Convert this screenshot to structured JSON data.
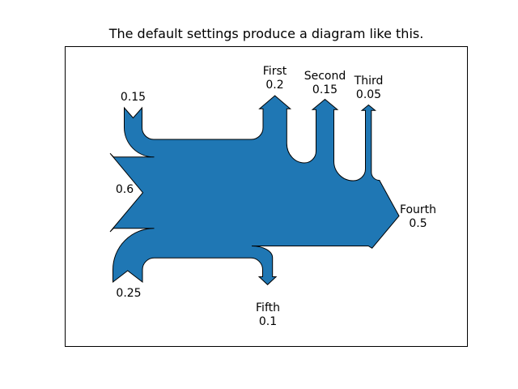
{
  "title": "The default settings produce a diagram like this.",
  "colors": {
    "flow_fill": "#1f77b4",
    "flow_outline": "#000000",
    "frame": "#000000",
    "background": "#ffffff",
    "text": "#000000"
  },
  "chart_data": {
    "type": "sankey",
    "title": "The default settings produce a diagram like this.",
    "unit": "",
    "flows": [
      0.25,
      0.15,
      0.6,
      -0.2,
      -0.15,
      -0.05,
      -0.5,
      -0.1
    ],
    "orientations": [
      -1,
      1,
      0,
      1,
      1,
      1,
      0,
      -1
    ],
    "inputs": [
      {
        "label": "0.25",
        "value": 0.25,
        "side": "bottom-left"
      },
      {
        "label": "0.15",
        "value": 0.15,
        "side": "top-left"
      },
      {
        "label": "0.6",
        "value": 0.6,
        "side": "left"
      }
    ],
    "outputs": [
      {
        "label": "First",
        "value": 0.2,
        "side": "top"
      },
      {
        "label": "Second",
        "value": 0.15,
        "side": "top"
      },
      {
        "label": "Third",
        "value": 0.05,
        "side": "top"
      },
      {
        "label": "Fourth",
        "value": 0.5,
        "side": "right"
      },
      {
        "label": "Fifth",
        "value": 0.1,
        "side": "bottom"
      }
    ],
    "legend_position": "none",
    "grid": false
  },
  "labels": {
    "input_top": "0.15",
    "input_left": "0.6",
    "input_bottom": "0.25",
    "out_first_name": "First",
    "out_first_value": "0.2",
    "out_second_name": "Second",
    "out_second_value": "0.15",
    "out_third_name": "Third",
    "out_third_value": "0.05",
    "out_fourth_name": "Fourth",
    "out_fourth_value": "0.5",
    "out_fifth_name": "Fifth",
    "out_fifth_value": "0.1"
  }
}
